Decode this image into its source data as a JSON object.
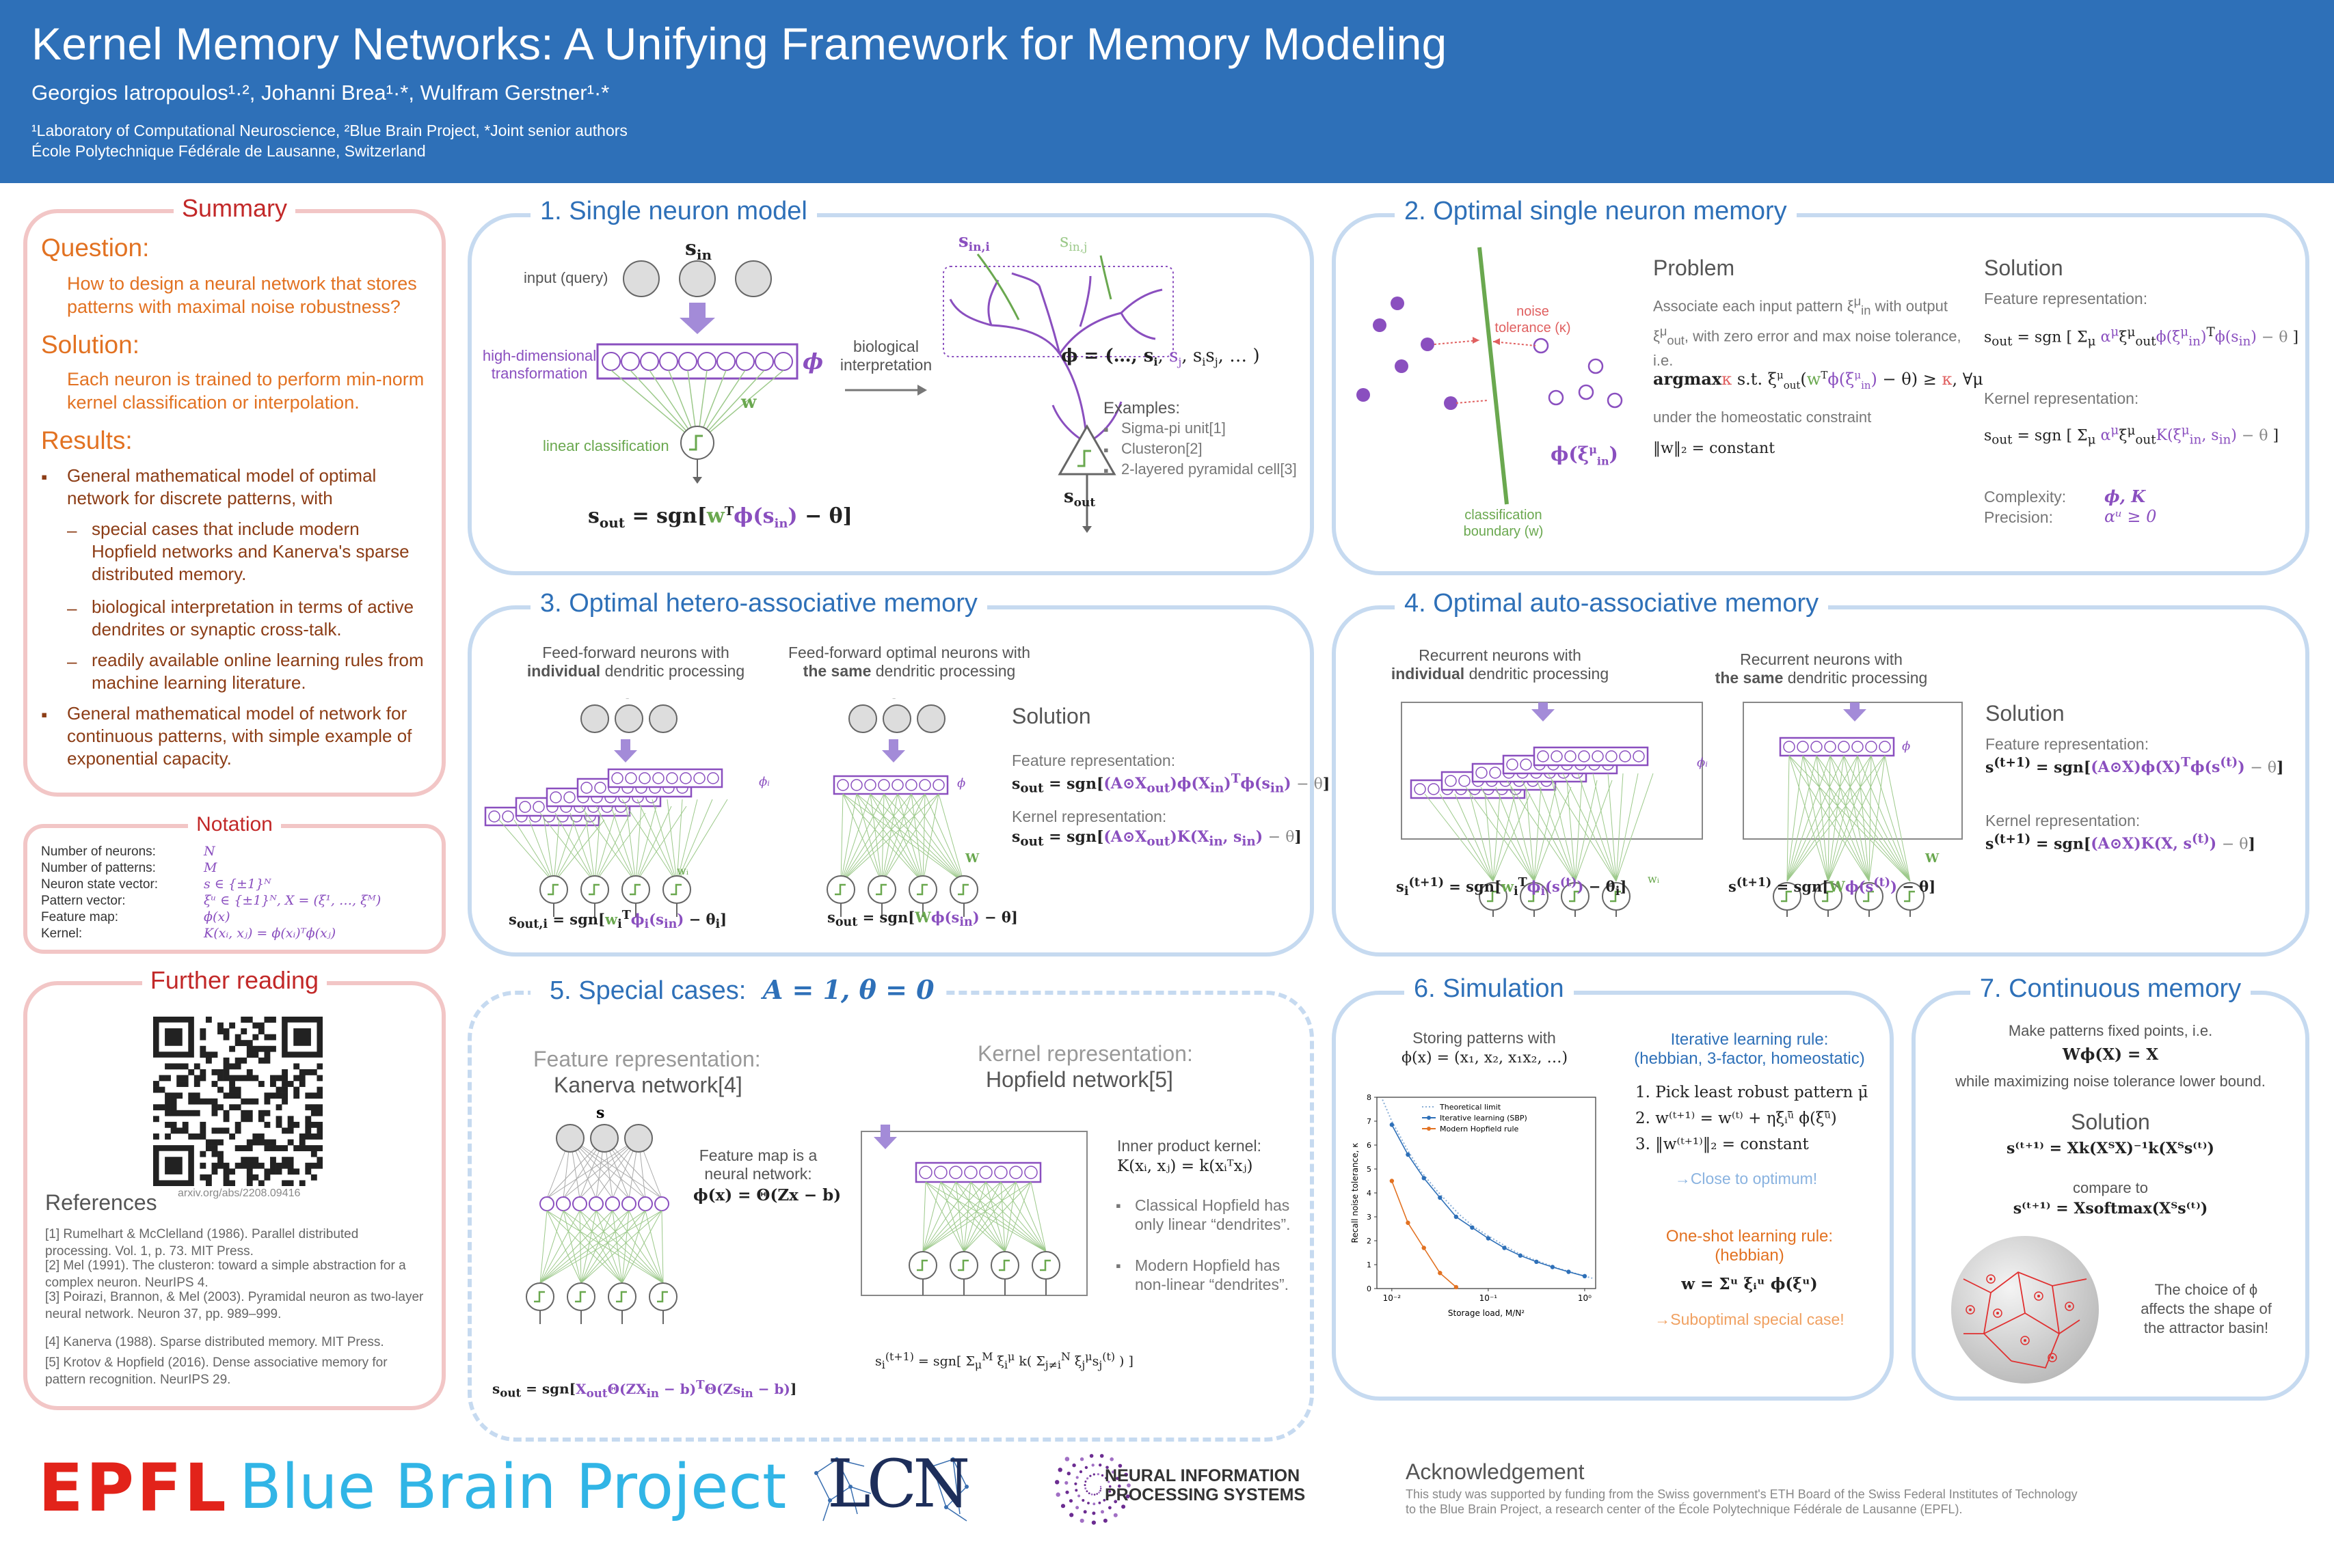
{
  "header": {
    "title": "Kernel Memory Networks: A Unifying Framework for Memory Modeling",
    "authors": "Georgios Iatropoulos¹·², Johanni Brea¹·*, Wulfram Gerstner¹·*",
    "affiliation_1": "¹Laboratory of Computational Neuroscience, ²Blue Brain Project, *Joint senior authors",
    "affiliation_2": "École Polytechnique Fédérale de Lausanne, Switzerland"
  },
  "summary": {
    "title": "Summary",
    "question_h": "Question:",
    "question": "How to design a neural network that stores patterns with maximal noise robustness?",
    "solution_h": "Solution:",
    "solution": "Each neuron is trained to perform min-norm kernel classification or interpolation.",
    "results_h": "Results:",
    "r1": "General mathematical model of optimal network for discrete patterns, with",
    "r1a": "special cases that include modern Hopfield networks and Kanerva's sparse distributed memory.",
    "r1b": "biological interpretation in terms of active dendrites or synaptic cross-talk.",
    "r1c": "readily available online learning rules from machine learning literature.",
    "r2": "General mathematical model of network for continuous patterns, with simple example of exponential capacity."
  },
  "notation": {
    "title": "Notation",
    "rows": [
      {
        "label": "Number of neurons:",
        "value": "N"
      },
      {
        "label": "Number of patterns:",
        "value": "M"
      },
      {
        "label": "Neuron state vector:",
        "value": "s ∈ {±1}ᴺ"
      },
      {
        "label": "Pattern vector:",
        "value": "ξᵘ ∈ {±1}ᴺ, X = (ξ¹, …, ξᴹ)"
      },
      {
        "label": "Feature map:",
        "value": "ϕ(x)"
      },
      {
        "label": "Kernel:",
        "value": "K(xᵢ, xⱼ) = ϕ(xᵢ)ᵀϕ(xⱼ)"
      }
    ]
  },
  "further": {
    "title": "Further reading",
    "qr_caption": "arxiv.org/abs/2208.09416",
    "ref_title": "References",
    "refs": [
      "[1] Rumelhart & McClelland (1986). Parallel distributed processing. Vol. 1, p. 73. MIT Press.",
      "[2] Mel (1991). The clusteron: toward a simple abstraction for a complex neuron. NeurIPS 4.",
      "[3] Poirazi, Brannon, & Mel (2003). Pyramidal neuron as two-layer neural network. Neuron 37, pp. 989–999.",
      "[4] Kanerva (1988). Sparse distributed memory. MIT Press.",
      "[5] Krotov & Hopfield (2016). Dense associative memory for pattern recognition. NeurIPS 29."
    ]
  },
  "p1": {
    "title": "1. Single neuron model",
    "s_in": "s",
    "input_label": "input (query)",
    "hd_label": "high-dimensional transformation",
    "phi": "ϕ",
    "w": "w",
    "lin_label": "linear classification",
    "eq": "s",
    "bio_label": "biological interpretation",
    "phi_eq": "ϕ = (…, s",
    "examples_h": "Examples:",
    "examples": [
      "Sigma-pi unit[1]",
      "Clusteron[2]",
      "2-layered pyramidal cell[3]"
    ],
    "s_out": "s",
    "s_in_i": "s",
    "s_in_j": "s"
  },
  "p2": {
    "title": "2. Optimal single neuron memory",
    "noise_label": "noise tolerance (κ)",
    "boundary_label": "classification boundary (w)",
    "problem_h": "Problem",
    "problem_t": "Associate each input pattern ξ",
    "problem_t2": "with output ξ",
    "problem_t3": ", with zero error and max noise tolerance, i.e.",
    "argmax": "argmax κ  s.t.  ξ",
    "homeo": "under the homeostatic constraint",
    "norm": "‖w‖₂ = constant",
    "solution_h": "Solution",
    "feat_rep": "Feature representation:",
    "kern_rep": "Kernel representation:",
    "complexity": "Complexity:",
    "complexity_v": "ϕ, K",
    "precision": "Precision:",
    "precision_v": "αᵘ ≥ 0"
  },
  "p3": {
    "title": "3. Optimal hetero-associative memory",
    "left_h1": "Feed-forward neurons with",
    "left_h2b": "individual",
    "left_h2": " dendritic processing",
    "right_h1": "Feed-forward optimal neurons with",
    "right_h2a": "the same",
    "right_h2": " dendritic processing",
    "solution_h": "Solution",
    "feat_rep": "Feature representation:",
    "kern_rep": "Kernel representation:"
  },
  "p4": {
    "title": "4. Optimal auto-associative memory",
    "left_h1": "Recurrent neurons with",
    "left_h2b": "individual",
    "left_h2": " dendritic processing",
    "right_h1": "Recurrent neurons with",
    "right_h2a": "the same",
    "right_h2": " dendritic processing",
    "solution_h": "Solution",
    "feat_rep": "Feature representation:",
    "kern_rep": "Kernel representation:"
  },
  "p5": {
    "title": "5. Special cases:",
    "title_eq": "A = 1, θ = 0",
    "left_h1": "Feature representation:",
    "left_h2": "Kanerva network[4]",
    "left_note1": "Feature map is a",
    "left_note2": "neural network:",
    "left_note3": "ϕ(x) = Θ(Zx − b)",
    "right_h1": "Kernel representation:",
    "right_h2": "Hopfield network[5]",
    "inner_h": "Inner product kernel:",
    "inner_eq": "K(xᵢ, xⱼ) = k(xᵢᵀxⱼ)",
    "b1": "Classical Hopfield has only linear “dendrites”.",
    "b2": "Modern Hopfield has non-linear “dendrites”."
  },
  "p6": {
    "title": "6. Simulation",
    "store1": "Storing patterns with",
    "store2": "ϕ(x) = (x₁, x₂, x₁x₂, …)",
    "iter_h1": "Iterative learning rule:",
    "iter_h2": "(hebbian, 3-factor, homeostatic)",
    "iter1": "1.  Pick least robust pattern μ̄",
    "iter2": "2.  w⁽ᵗ⁺¹⁾ = w⁽ᵗ⁾ + ηξᵢᵘ̄ ϕ(ξᵘ̄)",
    "iter3": "3.  ‖w⁽ᵗ⁺¹⁾‖₂ = constant",
    "close": "→Close to optimum!",
    "one_h1": "One-shot learning rule:",
    "one_h2": "(hebbian)",
    "one_eq": "w = Σᵘ ξᵢᵘ ϕ(ξᵘ)",
    "subopt": "→Suboptimal special case!"
  },
  "chart_data": {
    "type": "line",
    "xlabel": "Storage load, M/N²",
    "ylabel": "Recall noise tolerance, κ",
    "xscale": "log",
    "xlim": [
      0.007,
      1.3
    ],
    "ylim": [
      0,
      8
    ],
    "xticks": [
      "10⁻²",
      "10⁻¹",
      "10⁰"
    ],
    "yticks": [
      "0",
      "1",
      "2",
      "3",
      "4",
      "5",
      "6",
      "7",
      "8"
    ],
    "legend_position": "top-right",
    "series": [
      {
        "name": "Theoretical limit",
        "color": "#8aaed6",
        "style": "dotted",
        "x": [
          0.008,
          0.01,
          0.015,
          0.02,
          0.03,
          0.05,
          0.07,
          0.1,
          0.15,
          0.2,
          0.3,
          0.5,
          0.7,
          1.0,
          1.2
        ],
        "y": [
          7.9,
          7.0,
          5.7,
          4.9,
          4.05,
          3.1,
          2.6,
          2.2,
          1.78,
          1.5,
          1.2,
          0.88,
          0.7,
          0.52,
          0.43
        ]
      },
      {
        "name": "Iterative learning (SBP)",
        "color": "#2e70b8",
        "style": "solid",
        "x": [
          0.01,
          0.0147,
          0.0215,
          0.0316,
          0.0464,
          0.0681,
          0.1,
          0.147,
          0.215,
          0.316,
          0.464,
          0.681,
          1.0
        ],
        "y": [
          6.85,
          5.6,
          4.62,
          3.8,
          3.0,
          2.55,
          2.1,
          1.7,
          1.38,
          1.12,
          0.9,
          0.7,
          0.52
        ]
      },
      {
        "name": "Modern Hopfield rule",
        "color": "#e27222",
        "style": "solid",
        "x": [
          0.01,
          0.0147,
          0.0215,
          0.0316,
          0.0464
        ],
        "y": [
          4.5,
          2.75,
          1.7,
          0.65,
          0.06
        ]
      }
    ]
  },
  "p7": {
    "title": "7. Continuous memory",
    "t1": "Make patterns fixed points, i.e.",
    "eq1": "Wϕ(X) = X",
    "t2": "while maximizing noise tolerance lower bound.",
    "solution_h": "Solution",
    "sol_eq": "s⁽ᵗ⁺¹⁾ = Xk(XᵀX)⁻¹k(Xᵀs⁽ᵗ⁾)",
    "compare": "compare to",
    "cmp_eq": "s⁽ᵗ⁺¹⁾ = Xsoftmax(Xᵀs⁽ᵗ⁾)",
    "choice1": "The choice of ϕ",
    "choice2": "affects the shape of",
    "choice3": "the attractor basin!"
  },
  "footer": {
    "epfl": "EPFL",
    "bbp": "Blue Brain Project",
    "lcn": "LCN",
    "neurips1": "NEURAL INFORMATION",
    "neurips2": "PROCESSING SYSTEMS",
    "ack_h": "Acknowledgement",
    "ack": "This study was supported by funding from the Swiss government's ETH Board of the Swiss Federal Institutes of Technology to the Blue Brain Project, a research center of the École Polytechnique Fédérale de Lausanne (EPFL)."
  },
  "colors": {
    "header_bg": "#2e70b8",
    "panel_border": "#c6daf0",
    "summary_border": "#f2c6c6",
    "accent_orange": "#e27222",
    "purple": "#8a4fbf",
    "green": "#6aa84f",
    "epfl_red": "#e2231a",
    "bbp_blue": "#31b5e6"
  }
}
